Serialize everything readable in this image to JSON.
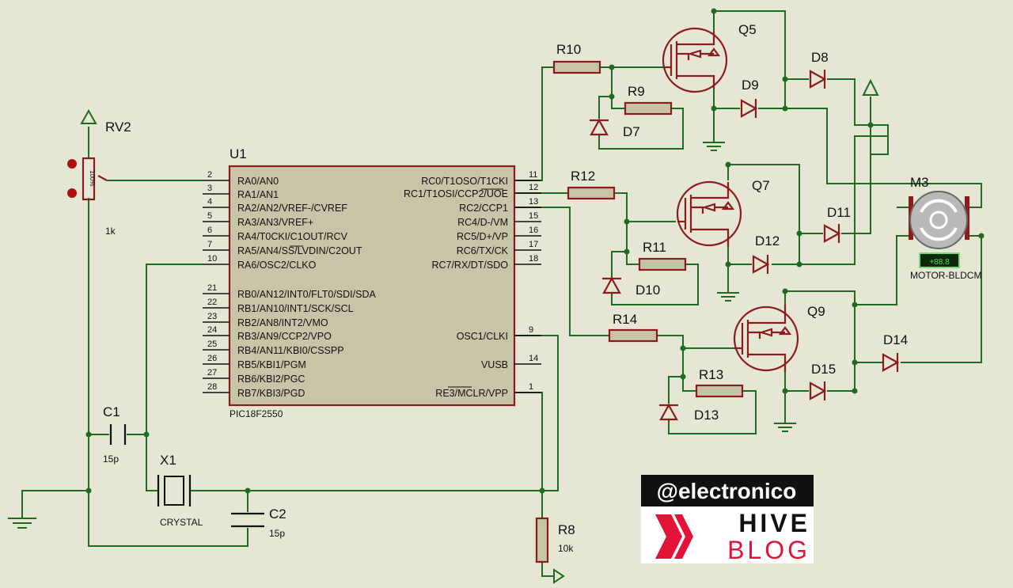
{
  "mcu": {
    "ref": "U1",
    "part": "PIC18F2550",
    "left_pins": [
      {
        "num": "2",
        "name": "RA0/AN0"
      },
      {
        "num": "3",
        "name": "RA1/AN1"
      },
      {
        "num": "4",
        "name": "RA2/AN2/VREF-/CVREF"
      },
      {
        "num": "5",
        "name": "RA3/AN3/VREF+"
      },
      {
        "num": "6",
        "name": "RA4/T0CKI/C1OUT/RCV"
      },
      {
        "num": "7",
        "name": "RA5/AN4/SS/LVDIN/C2OUT"
      },
      {
        "num": "10",
        "name": "RA6/OSC2/CLKO"
      },
      {
        "num": "21",
        "name": "RB0/AN12/INT0/FLT0/SDI/SDA"
      },
      {
        "num": "22",
        "name": "RB1/AN10/INT1/SCK/SCL"
      },
      {
        "num": "23",
        "name": "RB2/AN8/INT2/VMO"
      },
      {
        "num": "24",
        "name": "RB3/AN9/CCP2/VPO"
      },
      {
        "num": "25",
        "name": "RB4/AN11/KBI0/CSSPP"
      },
      {
        "num": "26",
        "name": "RB5/KBI1/PGM"
      },
      {
        "num": "27",
        "name": "RB6/KBI2/PGC"
      },
      {
        "num": "28",
        "name": "RB7/KBI3/PGD"
      }
    ],
    "right_pins": [
      {
        "num": "11",
        "name": "RC0/T1OSO/T1CKI"
      },
      {
        "num": "12",
        "name": "RC1/T1OSI/CCP2/UOE"
      },
      {
        "num": "13",
        "name": "RC2/CCP1"
      },
      {
        "num": "15",
        "name": "RC4/D-/VM"
      },
      {
        "num": "16",
        "name": "RC5/D+/VP"
      },
      {
        "num": "17",
        "name": "RC6/TX/CK"
      },
      {
        "num": "18",
        "name": "RC7/RX/DT/SDO"
      },
      {
        "num": "9",
        "name": "OSC1/CLKI"
      },
      {
        "num": "14",
        "name": "VUSB"
      },
      {
        "num": "1",
        "name": "RE3/MCLR/VPP"
      }
    ]
  },
  "components": {
    "rv2": {
      "ref": "RV2",
      "value": "1k",
      "pct": "100%"
    },
    "c1": {
      "ref": "C1",
      "value": "15p"
    },
    "c2": {
      "ref": "C2",
      "value": "15p"
    },
    "x1": {
      "ref": "X1",
      "value": "CRYSTAL"
    },
    "r8": {
      "ref": "R8",
      "value": "10k"
    },
    "r9": {
      "ref": "R9"
    },
    "r10": {
      "ref": "R10"
    },
    "r11": {
      "ref": "R11"
    },
    "r12": {
      "ref": "R12"
    },
    "r13": {
      "ref": "R13"
    },
    "r14": {
      "ref": "R14"
    },
    "q5": {
      "ref": "Q5"
    },
    "q7": {
      "ref": "Q7"
    },
    "q9": {
      "ref": "Q9"
    },
    "d7": {
      "ref": "D7"
    },
    "d8": {
      "ref": "D8"
    },
    "d9": {
      "ref": "D9"
    },
    "d10": {
      "ref": "D10"
    },
    "d11": {
      "ref": "D11"
    },
    "d12": {
      "ref": "D12"
    },
    "d13": {
      "ref": "D13"
    },
    "d14": {
      "ref": "D14"
    },
    "d15": {
      "ref": "D15"
    },
    "m3": {
      "ref": "M3",
      "value": "MOTOR-BLDCM",
      "readout": "+88.8"
    }
  },
  "logo": {
    "line1": "@electronico",
    "line2": "HIVE",
    "line3": "BLOG",
    "accent": "#e31337"
  },
  "colors": {
    "background": "#e6e6d4",
    "wire": "#1f6b1f",
    "component": "#8c1c1c",
    "chip_fill": "#c9c3a8"
  }
}
